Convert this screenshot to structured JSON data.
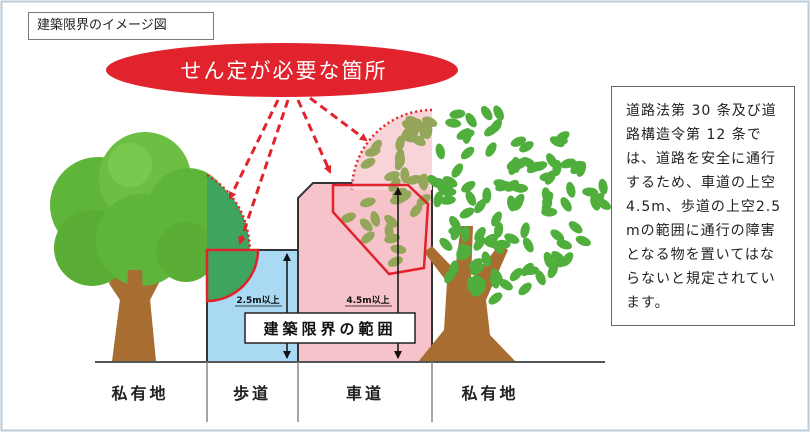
{
  "title": "建築限界のイメージ図",
  "callout": {
    "text": "せん定が必要な箇所"
  },
  "note": "道路法第 30 条及び道路構造令第 12 条では、道路を安全に通行するため、車道の上空4.5m、歩道の上空2.5mの範囲に通行の障害となる物を置いてはならないと規定されています。",
  "labels": {
    "sidewalk_clearance": "2.5m以上",
    "roadway_clearance": "4.5m以上",
    "clearance_area": "建築限界の範囲"
  },
  "zones": {
    "left": "私有地",
    "sidewalk": "歩道",
    "roadway": "車道",
    "right": "私有地"
  },
  "colors": {
    "pruning_red": "#e1232e",
    "sidewalk": "#aadaf3",
    "roadway": "#f7c3ca",
    "tree_green": "#5fb53a",
    "leaf_green": "#4fae3c",
    "pruned_leaf": "#93a65a",
    "trunk": "#a86d30"
  }
}
